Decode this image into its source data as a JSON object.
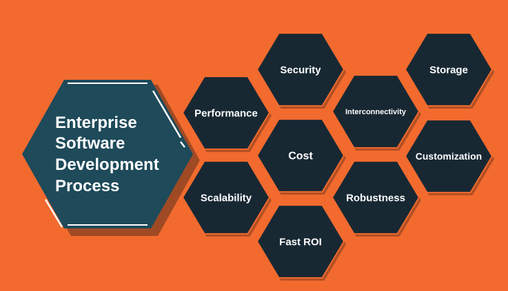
{
  "main": {
    "title_lines": [
      "Enterprise",
      "Software",
      "Development",
      "Process"
    ]
  },
  "hexagons": [
    {
      "label": "Performance"
    },
    {
      "label": "Security"
    },
    {
      "label": "Interconnectivity"
    },
    {
      "label": "Storage"
    },
    {
      "label": "Cost"
    },
    {
      "label": "Customization"
    },
    {
      "label": "Scalability"
    },
    {
      "label": "Robustness"
    },
    {
      "label": "Fast ROI"
    }
  ],
  "colors": {
    "background": "#f26a2e",
    "hex_fill": "#172833",
    "main_hex_fill": "#1e4a5a",
    "outline": "#ffffff",
    "text": "#ffffff"
  }
}
